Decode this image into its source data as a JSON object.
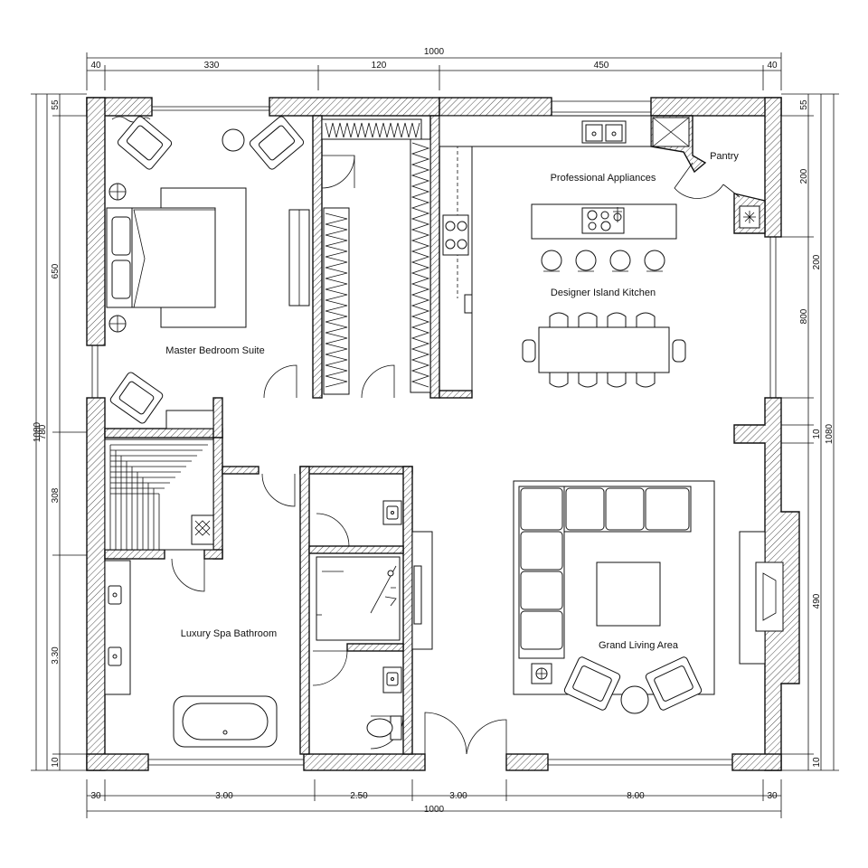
{
  "rooms": {
    "master_bedroom": "Master Bedroom Suite",
    "pantry": "Pantry",
    "appliances": "Professional Appliances",
    "kitchen": "Designer Island Kitchen",
    "bathroom": "Luxury Spa Bathroom",
    "living": "Grand Living Area"
  },
  "dimensions": {
    "top": {
      "total": "1000",
      "segments": [
        "40",
        "330",
        "120",
        "450",
        "40"
      ]
    },
    "bottom": {
      "total": "1000",
      "segments": [
        "30",
        "3.00",
        "2.50",
        "3.00",
        "8.00",
        "30"
      ]
    },
    "left": {
      "total": "1080",
      "segments": [
        "55",
        "650",
        "780",
        "308",
        "3.30",
        "10"
      ]
    },
    "right": {
      "segments": [
        "55",
        "200",
        "200",
        "800",
        "10",
        "1080",
        "490",
        "10"
      ]
    }
  },
  "colors": {
    "line": "#111111",
    "paper": "#ffffff"
  }
}
